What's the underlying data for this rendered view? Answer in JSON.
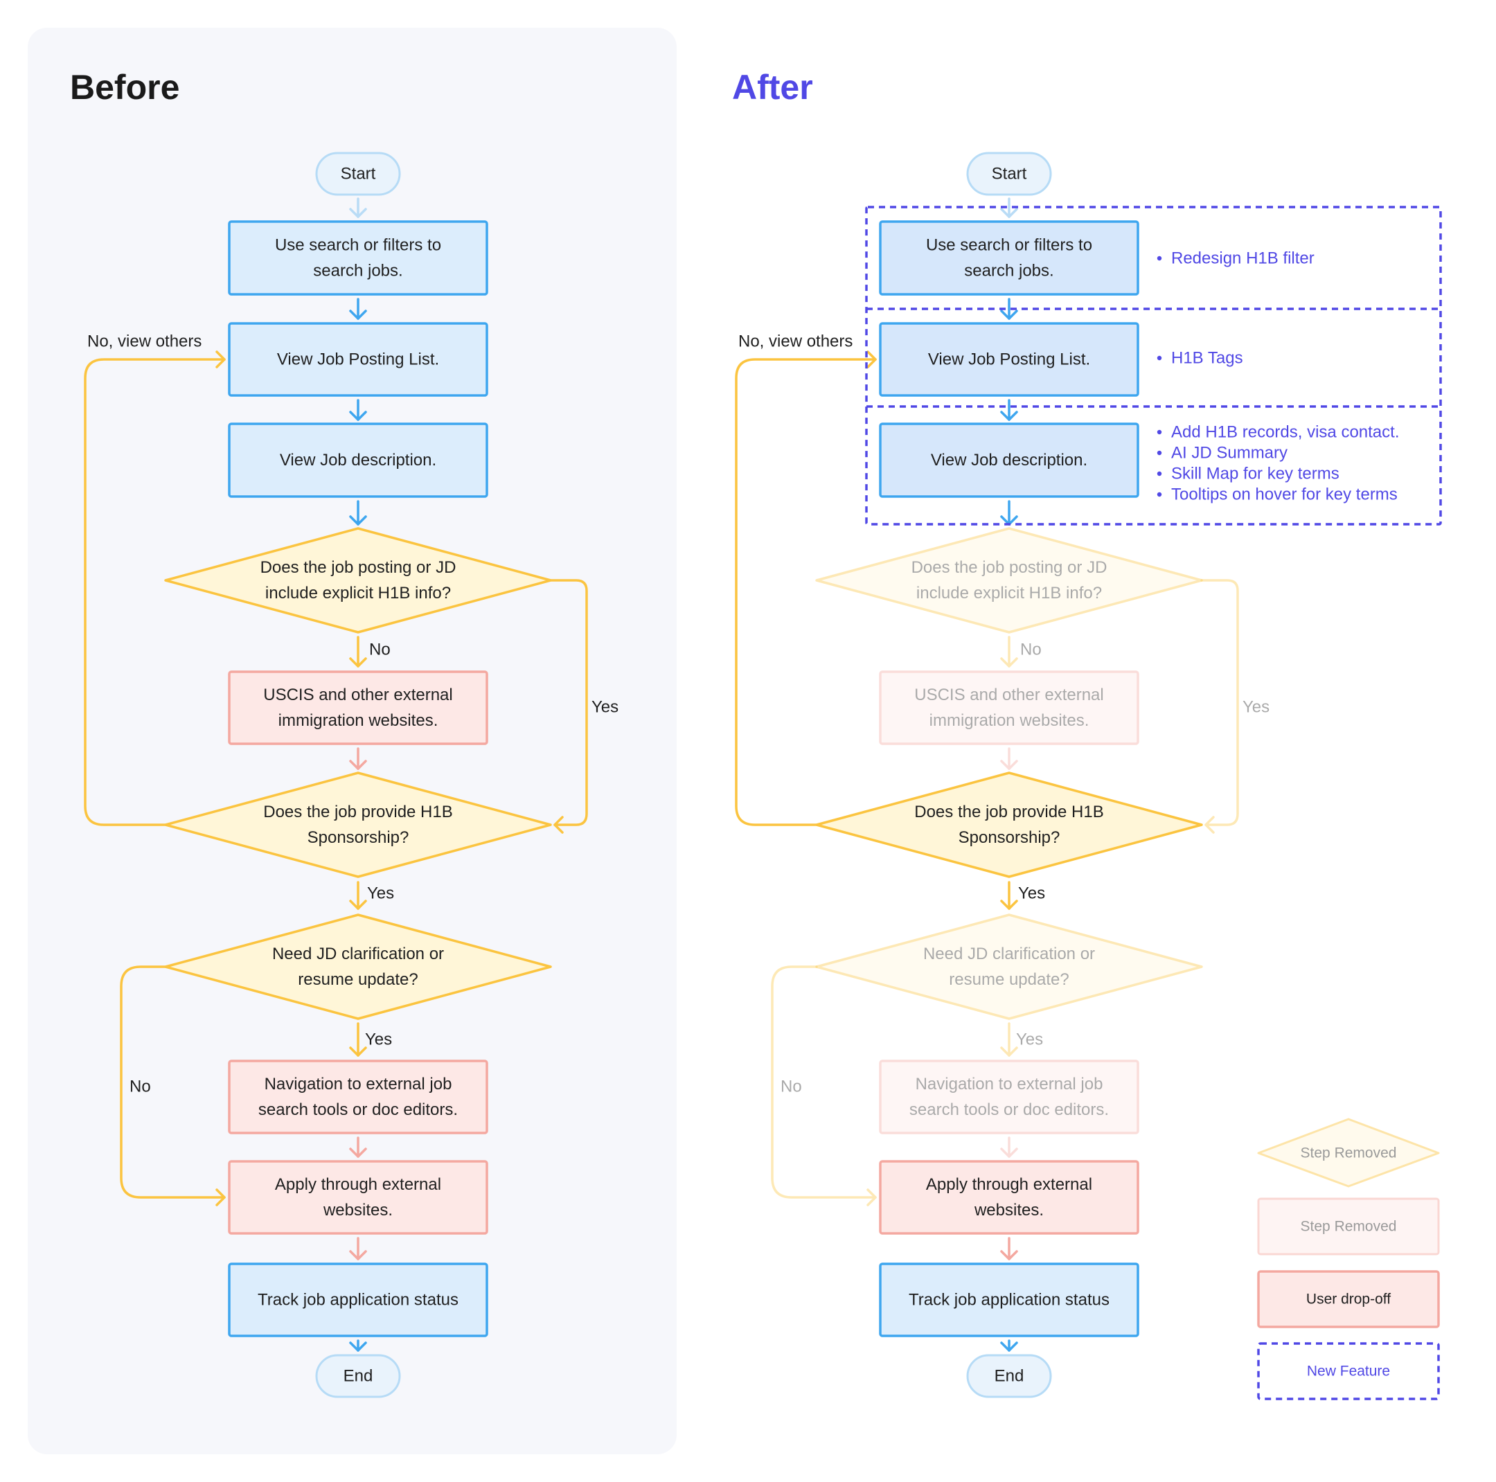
{
  "before": {
    "title": "Before",
    "start": "Start",
    "end": "End",
    "search": [
      "Use search or filters to",
      "search jobs."
    ],
    "list": "View Job Posting List.",
    "desc": "View Job description.",
    "q1": [
      "Does the job posting or JD",
      "include explicit H1B info?"
    ],
    "uscis": [
      "USCIS and other external",
      "immigration websites."
    ],
    "q2": [
      "Does the job provide H1B",
      "Sponsorship?"
    ],
    "q3": [
      "Need JD clarification or",
      "resume update?"
    ],
    "nav": [
      "Navigation to external job",
      "search tools or doc editors."
    ],
    "apply": [
      "Apply through external",
      "websites."
    ],
    "track": "Track job application status",
    "labels": {
      "no_view_others": "No, view others",
      "no": "No",
      "yes": "Yes"
    }
  },
  "after": {
    "title": "After",
    "start": "Start",
    "end": "End",
    "search": [
      "Use search or filters to",
      "search jobs."
    ],
    "list": "View Job Posting List.",
    "desc": "View Job description.",
    "q1": [
      "Does the job posting or JD",
      "include explicit H1B info?"
    ],
    "uscis": [
      "USCIS and other external",
      "immigration websites."
    ],
    "q2": [
      "Does the job provide H1B",
      "Sponsorship?"
    ],
    "q3": [
      "Need JD clarification or",
      "resume update?"
    ],
    "nav": [
      "Navigation to external job",
      "search tools or doc editors."
    ],
    "apply": [
      "Apply through external",
      "websites."
    ],
    "track": "Track job application status",
    "labels": {
      "no_view_others": "No, view others",
      "no": "No",
      "yes": "Yes"
    },
    "features": {
      "search": [
        "Redesign H1B filter"
      ],
      "list": [
        "H1B Tags"
      ],
      "desc": [
        "Add H1B records, visa contact.",
        "AI JD Summary",
        "Skill Map for key terms",
        "Tooltips on hover for key terms"
      ]
    }
  },
  "legend": {
    "step_removed_diamond": "Step Removed",
    "step_removed_box": "Step Removed",
    "user_dropoff": "User drop-off",
    "new_feature": "New Feature"
  },
  "colors": {
    "blue_fill": "#dcedfc",
    "blue_stroke": "#3ea6ef",
    "yellow_fill": "#fff6d8",
    "yellow_stroke": "#fbc440",
    "red_fill": "#fde8e6",
    "red_stroke": "#f4a8a0",
    "pill_fill": "#e9f3fc",
    "pill_stroke": "#b6dbf6",
    "feature": "#5048e5"
  }
}
